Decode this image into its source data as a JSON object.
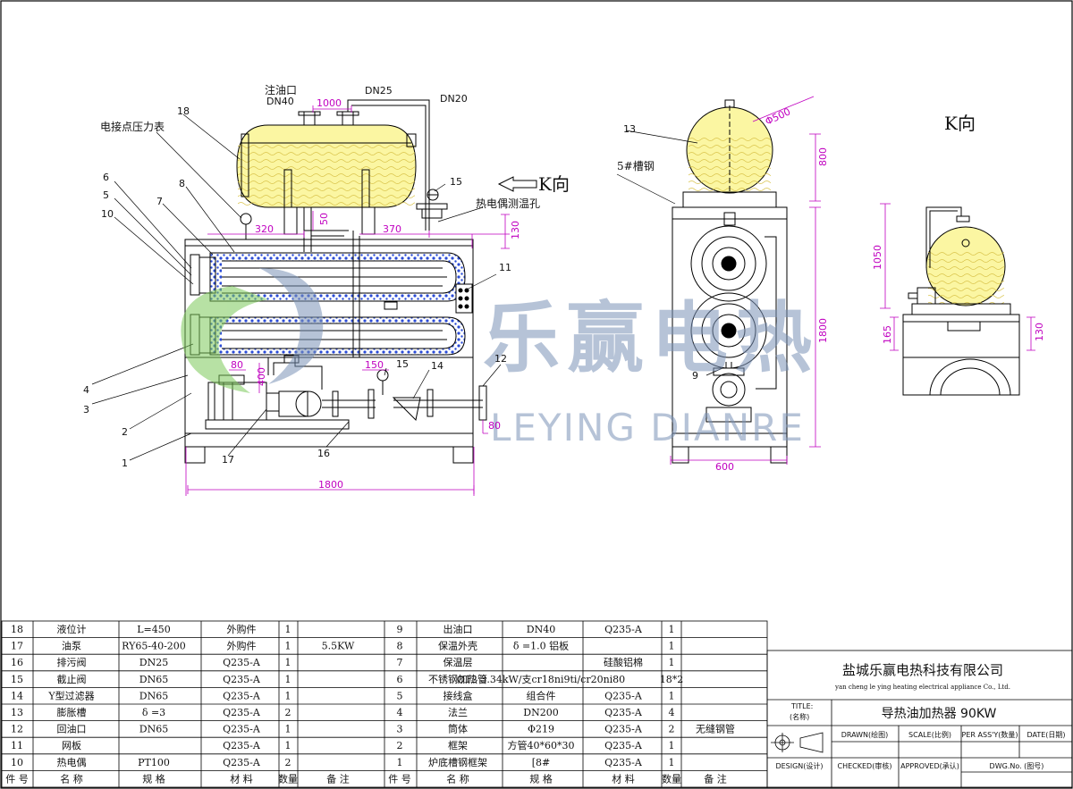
{
  "views": {
    "front": {
      "labels": {
        "fill_port": "注油口",
        "dn40": "DN40",
        "dn25": "DN25",
        "dn20": "DN20",
        "pressure_gauge": "电接点压力表",
        "k_direction": "K向",
        "thermocouple_hole": "热电偶测温孔"
      },
      "dims": {
        "d1000": "1000",
        "d320": "320",
        "d370": "370",
        "d50": "50",
        "d130": "130",
        "d80a": "80",
        "d150": "150",
        "d400": "400",
        "d80b": "80",
        "d1800": "1800"
      },
      "callouts": [
        "18",
        "6",
        "5",
        "10",
        "7",
        "8",
        "11",
        "15",
        "15",
        "14",
        "12",
        "4",
        "3",
        "2",
        "1",
        "17",
        "16"
      ]
    },
    "side": {
      "labels": {
        "channel_steel": "5#槽钢",
        "diameter": "Φ500"
      },
      "dims": {
        "d800": "800",
        "d1800": "1800",
        "d600": "600"
      },
      "callouts": [
        "13",
        "9"
      ]
    },
    "k_view": {
      "title": "K向",
      "dims": {
        "d1050": "1050",
        "d165": "165",
        "d130": "130"
      }
    }
  },
  "watermark": {
    "cn": "乐赢电热",
    "en": "LEYING DIANRE"
  },
  "bom": {
    "left": [
      {
        "no": "18",
        "name": "液位计",
        "spec": "L=450",
        "material": "外购件",
        "qty": "1",
        "note": ""
      },
      {
        "no": "17",
        "name": "油泵",
        "spec": "RY65-40-200",
        "material": "外购件",
        "qty": "1",
        "note": "5.5KW"
      },
      {
        "no": "16",
        "name": "排污阀",
        "spec": "DN25",
        "material": "Q235-A",
        "qty": "1",
        "note": ""
      },
      {
        "no": "15",
        "name": "截止阀",
        "spec": "DN65",
        "material": "Q235-A",
        "qty": "1",
        "note": ""
      },
      {
        "no": "14",
        "name": "Y型过滤器",
        "spec": "DN65",
        "material": "Q235-A",
        "qty": "1",
        "note": ""
      },
      {
        "no": "13",
        "name": "膨胀槽",
        "spec": "δ =3",
        "material": "Q235-A",
        "qty": "2",
        "note": ""
      },
      {
        "no": "12",
        "name": "回油口",
        "spec": "DN65",
        "material": "Q235-A",
        "qty": "1",
        "note": ""
      },
      {
        "no": "11",
        "name": "网板",
        "spec": "",
        "material": "Q235-A",
        "qty": "1",
        "note": ""
      },
      {
        "no": "10",
        "name": "热电偶",
        "spec": "PT100",
        "material": "Q235-A",
        "qty": "2",
        "note": ""
      }
    ],
    "right": [
      {
        "no": "9",
        "name": "出油口",
        "spec": "DN40",
        "material": "Q235-A",
        "qty": "1",
        "note": ""
      },
      {
        "no": "8",
        "name": "保温外壳",
        "spec": "δ =1.0  铝板",
        "material": "",
        "qty": "1",
        "note": ""
      },
      {
        "no": "7",
        "name": "保温层",
        "spec": "",
        "material": "硅酸铝棉",
        "qty": "1",
        "note": ""
      },
      {
        "no": "6",
        "name": "不锈钢加热管",
        "spec": "Ø12 3.34kW/支cr18ni9ti/cr20ni80",
        "material": "",
        "qty": "18*2",
        "note": ""
      },
      {
        "no": "5",
        "name": "接线盒",
        "spec": "组合件",
        "material": "Q235-A",
        "qty": "1",
        "note": ""
      },
      {
        "no": "4",
        "name": "法兰",
        "spec": "DN200",
        "material": "Q235-A",
        "qty": "4",
        "note": ""
      },
      {
        "no": "3",
        "name": "筒体",
        "spec": "Φ219",
        "material": "Q235-A",
        "qty": "2",
        "note": "无缝钢管"
      },
      {
        "no": "2",
        "name": "框架",
        "spec": "方管40*60*30",
        "material": "Q235-A",
        "qty": "1",
        "note": ""
      },
      {
        "no": "1",
        "name": "炉底槽钢框架",
        "spec": "[8#",
        "material": "Q235-A",
        "qty": "1",
        "note": ""
      }
    ],
    "header": {
      "no": "件 号",
      "name": "名  称",
      "spec": "规  格",
      "material": "材  料",
      "qty": "数量",
      "note": "备  注"
    }
  },
  "title_block": {
    "company": "盐城乐赢电热科技有限公司",
    "company_en": "yan cheng le ying heating electrical appliance Co., Ltd.",
    "title_label": "TITLE:",
    "title_label_cn": "(名称)",
    "product": "导热油加热器  90KW",
    "drawn": "DRAWN(绘图)",
    "scale": "SCALE(比例)",
    "per_assy": "PER ASS'Y(数量)",
    "date": "DATE(日期)",
    "design": "DESIGN(设计)",
    "checked": "CHECKED(审核)",
    "approved": "APPROVED(承认)",
    "dwg_no": "DWG.No. (图号)"
  },
  "colors": {
    "dim": "#c000c0",
    "tank_fill": "#fbf6a2",
    "coil": "#2a4bd6",
    "watermark_green": "#7cc95a",
    "watermark_blue": "#7b93b8"
  }
}
